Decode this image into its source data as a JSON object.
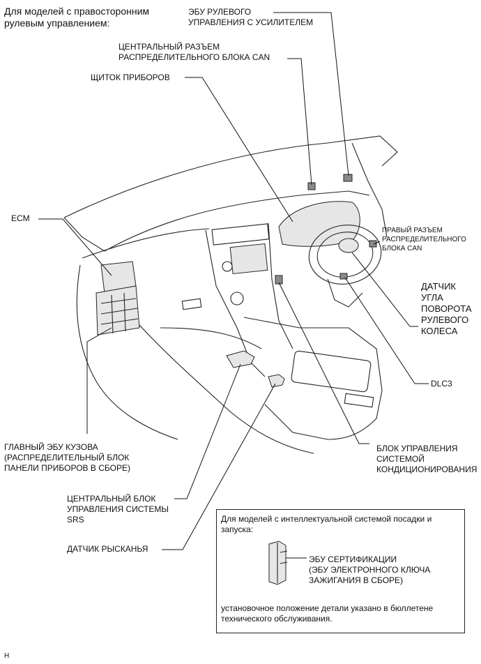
{
  "header": {
    "line1": "Для моделей с правосторонним",
    "line2": "рулевым управлением:"
  },
  "labels": {
    "eps_ecu": [
      "ЭБУ РУЛЕВОГО",
      "УПРАВЛЕНИЯ С УСИЛИТЕЛЕМ"
    ],
    "can_central": [
      "ЦЕНТРАЛЬНЫЙ РАЗЪЕМ",
      "РАСПРЕДЕЛИТЕЛЬНОГО БЛОКА CAN"
    ],
    "meter": [
      "ЩИТОК ПРИБОРОВ"
    ],
    "ecm": [
      "ECM"
    ],
    "can_right": [
      "ПРАВЫЙ РАЗЪЕМ",
      "РАСПРЕДЕЛИТЕЛЬНОГО",
      "БЛОКА CAN"
    ],
    "steering_sensor": [
      "ДАТЧИК",
      "УГЛА",
      "ПОВОРОТА",
      "РУЛЕВОГО",
      "КОЛЕСА"
    ],
    "dlc3": [
      "DLC3"
    ],
    "ac_amp": [
      "БЛОК УПРАВЛЕНИЯ",
      "СИСТЕМОЙ",
      "КОНДИЦИОНИРОВАНИЯ"
    ],
    "main_body": [
      "ГЛАВНЫЙ ЭБУ КУЗОВА",
      "(РАСПРЕДЕЛИТЕЛЬНЫЙ БЛОК",
      "ПАНЕЛИ ПРИБОРОВ В СБОРЕ)"
    ],
    "srs": [
      "ЦЕНТРАЛЬНЫЙ БЛОК",
      "УПРАВЛЕНИЯ СИСТЕМЫ",
      "SRS"
    ],
    "yaw": [
      "ДАТЧИК РЫСКАНЬЯ"
    ]
  },
  "inset": {
    "title": [
      "Для моделей с интеллектуальной системой посадки и",
      "запуска:"
    ],
    "cert_ecu": [
      "ЭБУ СЕРТИФИКАЦИИ",
      "(ЭБУ ЭЛЕКТРОННОГО КЛЮЧА",
      "ЗАЖИГАНИЯ В СБОРЕ)"
    ],
    "note": [
      "установочное положение детали указано в бюллетене",
      "технического обслуживания."
    ]
  },
  "figure_code": "H"
}
